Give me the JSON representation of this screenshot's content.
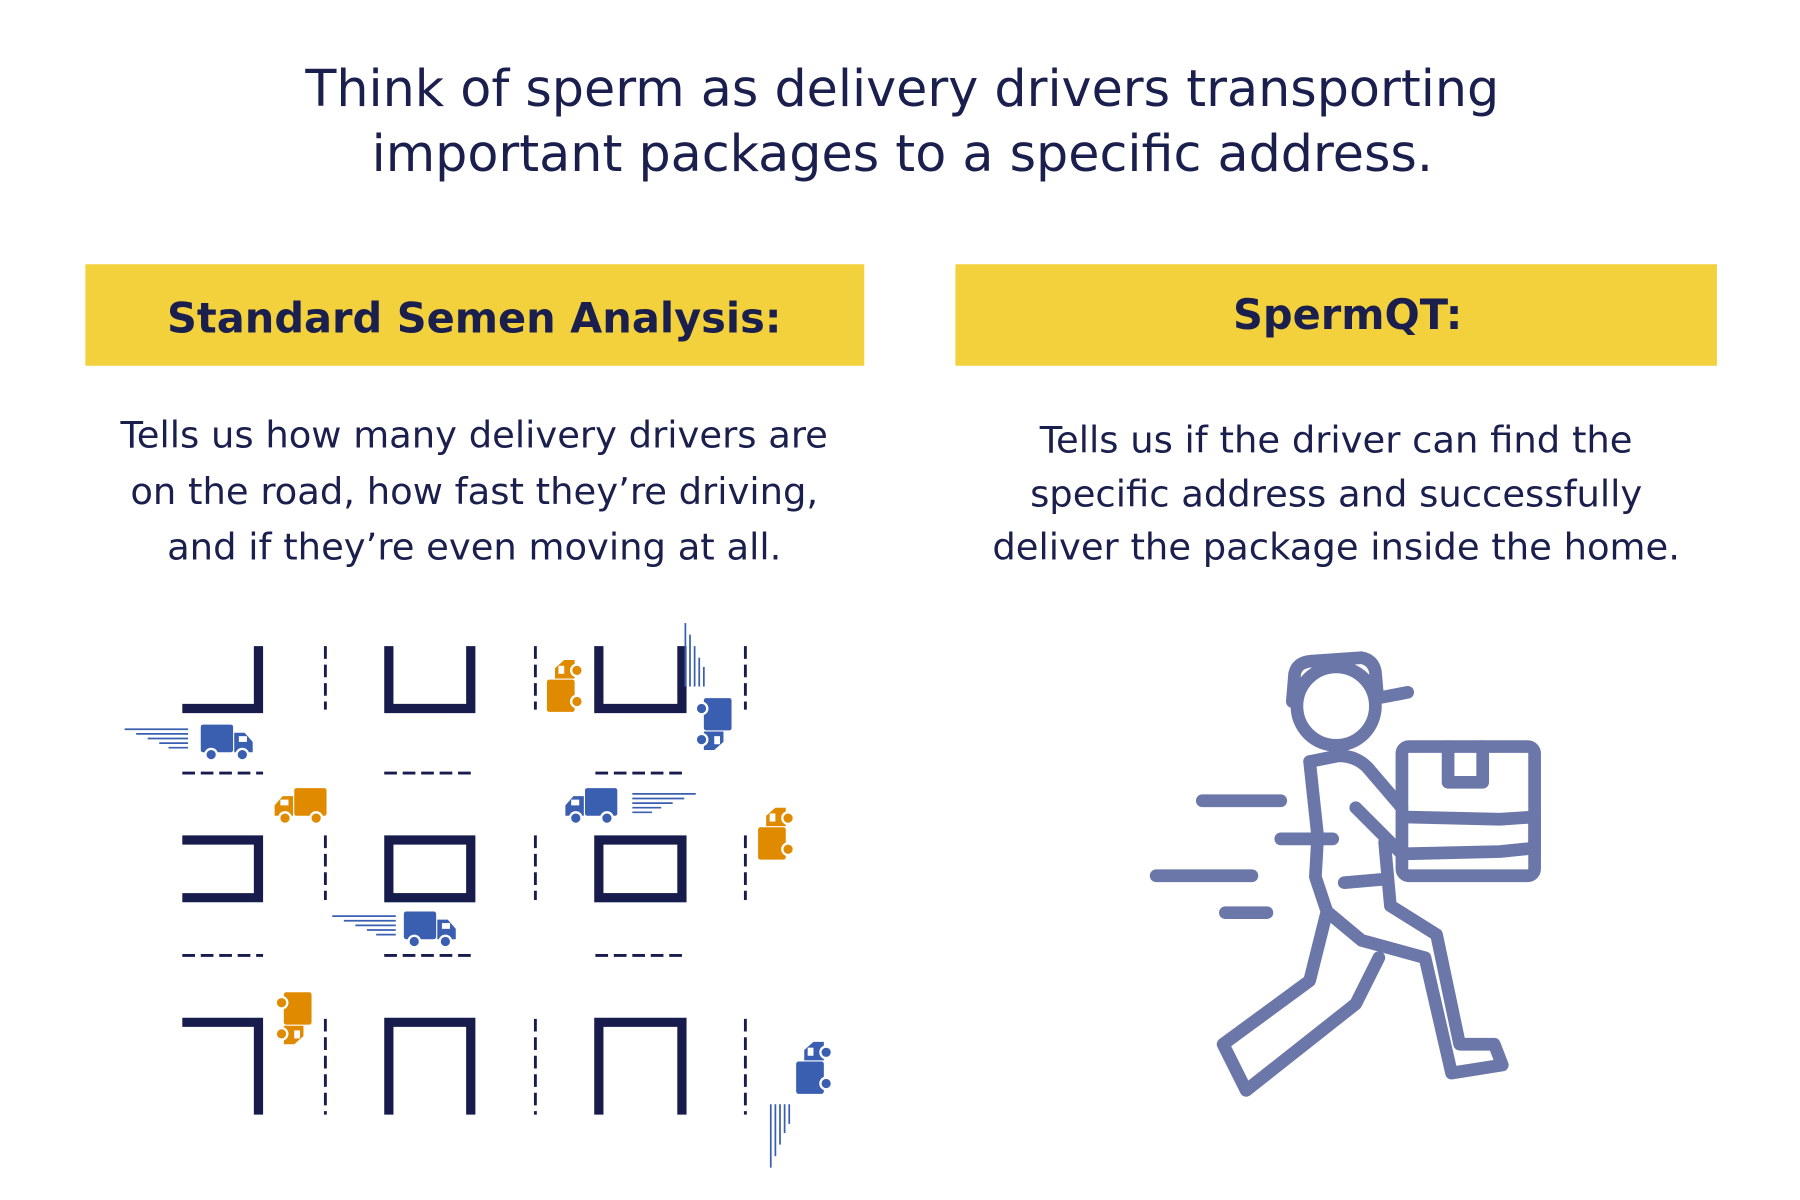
{
  "title": {
    "line1": "Think of sperm as delivery drivers transporting",
    "line2": "important packages to a specific address."
  },
  "left": {
    "heading": "Standard Semen Analysis:",
    "body": [
      "Tells us how many delivery drivers are",
      "on the road, how fast they’re driving,",
      "and if they’re even moving at all."
    ],
    "illustration": "city-grid-with-delivery-trucks"
  },
  "right": {
    "heading": "SpermQT:",
    "body": [
      "Tells us if the driver can find the",
      "specific address and successfully",
      "deliver the package inside the home."
    ],
    "illustration": "running-delivery-man-icon"
  },
  "colors": {
    "navy": "#1b1f4e",
    "yellow": "#f2d13d",
    "truck_blue": "#3a5fb0",
    "truck_orange": "#e08a00",
    "runner": "#6b77a8"
  }
}
